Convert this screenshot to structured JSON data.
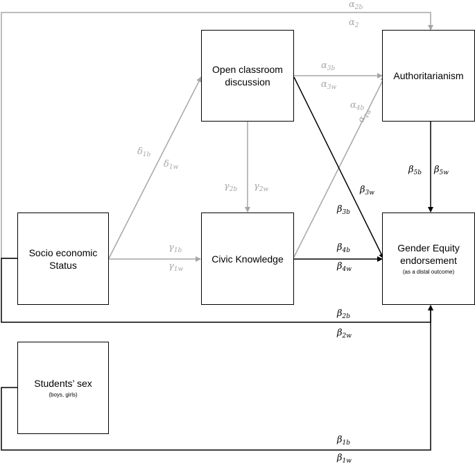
{
  "nodes": {
    "ses": "Socio economic\nStatus",
    "sex": "Students’ sex",
    "sex_note": "(boys, girls)",
    "ocd": "Open classroom\ndiscussion",
    "ck": "Civic Knowledge",
    "auth": "Authoritarianism",
    "ge": "Gender Equity\nendorsement",
    "ge_note": "(as a distal outcome)"
  },
  "paths": {
    "alpha2b": {
      "sym": "α",
      "sub": "2b"
    },
    "alpha2": {
      "sym": "α",
      "sub": "2"
    },
    "alpha3b": {
      "sym": "α",
      "sub": "3b"
    },
    "alpha3w": {
      "sym": "α",
      "sub": "3w"
    },
    "alpha4b": {
      "sym": "α",
      "sub": "4b"
    },
    "alpha4w": {
      "sym": "α",
      "sub": "4w"
    },
    "delta1b": {
      "sym": "δ",
      "sub": "1b"
    },
    "delta1w": {
      "sym": "δ",
      "sub": "1w"
    },
    "gamma2b": {
      "sym": "γ",
      "sub": "2b"
    },
    "gamma2w": {
      "sym": "γ",
      "sub": "2w"
    },
    "gamma1b": {
      "sym": "γ",
      "sub": "1b"
    },
    "gamma1w": {
      "sym": "γ",
      "sub": "1w"
    },
    "beta5b": {
      "sym": "β",
      "sub": "5b"
    },
    "beta5w": {
      "sym": "β",
      "sub": "5w"
    },
    "beta3w": {
      "sym": "β",
      "sub": "3w"
    },
    "beta3b": {
      "sym": "β",
      "sub": "3b"
    },
    "beta4b": {
      "sym": "β",
      "sub": "4b"
    },
    "beta4w": {
      "sym": "β",
      "sub": "4w"
    },
    "beta2b": {
      "sym": "β",
      "sub": "2b"
    },
    "beta2w": {
      "sym": "β",
      "sub": "2w"
    },
    "beta1b": {
      "sym": "β",
      "sub": "1b"
    },
    "beta1w": {
      "sym": "β",
      "sub": "1w"
    }
  },
  "colors": {
    "gray_path": "#a6a6a6",
    "black_path": "#000000"
  }
}
